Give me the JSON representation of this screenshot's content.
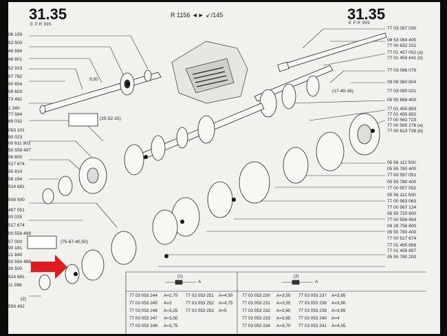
{
  "header": {
    "page_left": "31.35",
    "page_right": "31.35",
    "sub_left": "E      P.R 995",
    "sub_right": "E      P.R 995",
    "center_ref": "R 1156",
    "center_pg": "/145"
  },
  "left_refs": [
    "06 159",
    "52 500",
    "46 894",
    "48 801",
    "52 913",
    "97 782",
    "50 654",
    "59 603",
    "73 482",
    "1 240",
    "77 584",
    "89 032",
    "053 101",
    "90 023",
    "00 611 902",
    "50 559 497",
    "56 800",
    "517 674",
    "50 814",
    "58 154",
    "524 681",
    "508 500",
    "457 051",
    "00 025",
    "517 674",
    "00 559 498",
    "57 000",
    "90 181",
    "21 840",
    "50 559 498",
    "30 500",
    "524 681",
    "11 098",
    "(2)",
    "559 492"
  ],
  "right_refs": [
    {
      "t": "77 03 087 030"
    },
    {
      "t": "08 53 084 400"
    },
    {
      "t": "77 00 632 231"
    },
    {
      "t": "77 01 457 052 (a)"
    },
    {
      "t": "77 01 459 641 (b)"
    },
    {
      "t": "77 03 086 079"
    },
    {
      "t": "09 08 360 804"
    },
    {
      "t": "77 03 090 021"
    },
    {
      "t": "05 55 868 400"
    },
    {
      "t": "77 01 455 853"
    },
    {
      "t": "77 01 455 852"
    },
    {
      "t": "77 00 563 723"
    },
    {
      "t": "77 00 565 276 (a)"
    },
    {
      "t": "77 00 613 726 (b)"
    },
    {
      "t": "05 56 112 500"
    },
    {
      "t": "05 55 780 400"
    },
    {
      "t": "77 00 557 051"
    },
    {
      "t": "05 55 780 400"
    },
    {
      "t": "77 00 557 052"
    },
    {
      "t": "05 56 112 500"
    },
    {
      "t": "77 00 563 063"
    },
    {
      "t": "77 00 567 124"
    },
    {
      "t": "05 55 720 800"
    },
    {
      "t": "77 00 558 454"
    },
    {
      "t": "04 28 756 800"
    },
    {
      "t": "05 55 780 400"
    },
    {
      "t": "77 00 517 674"
    },
    {
      "t": "77 01 455 856"
    },
    {
      "t": "77 01 455 857"
    },
    {
      "t": "05 55 780 200"
    }
  ],
  "callouts": [
    "9,92",
    "(25-52-15)",
    "(75-67-40,50)",
    "(17-40-16)"
  ],
  "table": {
    "col1_title": "(1)",
    "col2_title": "(2)",
    "col1": [
      [
        "77 03 053 244",
        "A=2,75",
        "77 03 053 251",
        "A=4,50"
      ],
      [
        "77 03 053 245",
        "A=3",
        "77 03 053 252",
        "A=4,75"
      ],
      [
        "77 03 053 246",
        "A=3,25",
        "77 03 053 253",
        "A=5"
      ],
      [
        "77 03 053 247",
        "A=3,50",
        "",
        ""
      ],
      [
        "77 03 053 248",
        "A=3,75",
        "",
        ""
      ]
    ],
    "col2": [
      [
        "77 03 053 230",
        "A=3,50",
        "77 03 053 237",
        "A=3,85"
      ],
      [
        "77 03 053 231",
        "A=3,55",
        "77 03 053 238",
        "A=3,90"
      ],
      [
        "77 03 053 232",
        "A=3,60",
        "77 03 053 239",
        "A=3,95"
      ],
      [
        "77 03 053 233",
        "A=3,65",
        "77 03 053 240",
        "A=4"
      ],
      [
        "77 03 053 234",
        "A=3,70",
        "77 03 053 241",
        "A=4,05"
      ]
    ]
  },
  "arrow_color": "#e31b1b"
}
